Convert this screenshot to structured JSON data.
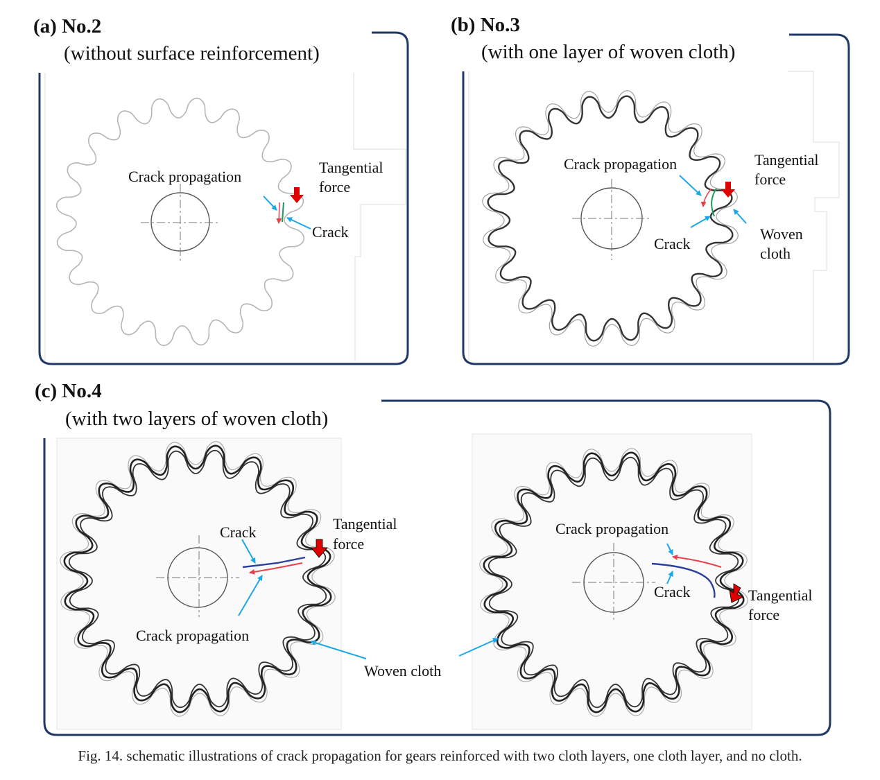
{
  "figure": {
    "caption": "Fig. 14. schematic illustrations of crack propagation for gears reinforced with two cloth layers, one cloth layer, and no cloth.",
    "panels": [
      {
        "id": "a",
        "label": "(a) No.2",
        "subtitle": "(without surface reinforcement)",
        "labels": {
          "crack_propagation": "Crack propagation",
          "tangential": "Tangential",
          "force": "force",
          "crack": "Crack"
        }
      },
      {
        "id": "b",
        "label": "(b) No.3",
        "subtitle": "(with one layer of woven cloth)",
        "labels": {
          "crack_propagation": "Crack propagation",
          "tangential": "Tangential",
          "force": "force",
          "crack": "Crack",
          "woven": "Woven",
          "cloth": "cloth"
        }
      },
      {
        "id": "c",
        "label": "(c) No.4",
        "subtitle": "(with two layers of woven cloth)",
        "labels": {
          "crack_left": "Crack",
          "crack_propagation_left": "Crack propagation",
          "tangential_left": "Tangential",
          "force_left": "force",
          "woven_cloth": "Woven cloth",
          "crack_propagation_right": "Crack propagation",
          "crack_right": "Crack",
          "tangential_right": "Tangential",
          "force_right": "force"
        }
      }
    ]
  },
  "colors": {
    "frame": "#1f3864",
    "force_arrow": "#e00000",
    "pointer": "#1aa7e8",
    "crack_red": "#e8404a",
    "crack_blue": "#2c3e9e",
    "crack_green": "#1a9c5a"
  }
}
